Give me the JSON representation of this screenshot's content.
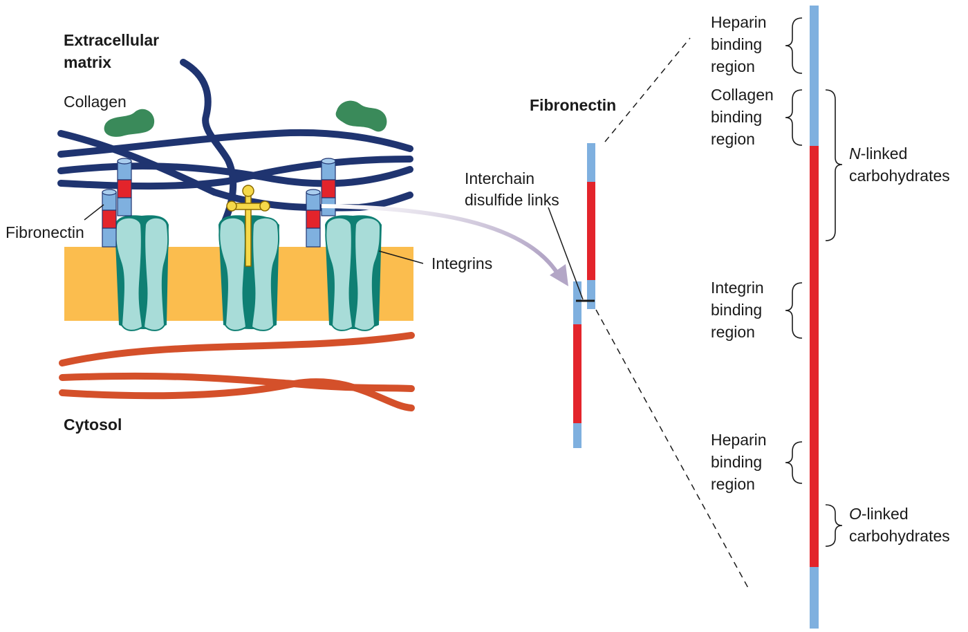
{
  "labels": {
    "extracellular_line1": "Extracellular",
    "extracellular_line2": "matrix",
    "collagen": "Collagen",
    "fibronectin_left": "Fibronectin",
    "integrins": "Integrins",
    "cytosol": "Cytosol",
    "fibronectin_title": "Fibronectin",
    "interchain_line1": "Interchain",
    "interchain_line2": "disulfide links"
  },
  "regions": {
    "heparin_top": [
      "Heparin",
      "binding",
      "region"
    ],
    "collagen_binding": [
      "Collagen",
      "binding",
      "region"
    ],
    "integrin_binding": [
      "Integrin",
      "binding",
      "region"
    ],
    "heparin_bottom": [
      "Heparin",
      "binding",
      "region"
    ]
  },
  "carbohydrates": {
    "n_prefix": "N",
    "n_suffix": "-linked",
    "n_line2": "carbohydrates",
    "o_prefix": "O",
    "o_suffix": "-linked",
    "o_line2": "carbohydrates"
  },
  "colors": {
    "collagen_fiber": "#1f3470",
    "collagen_blob": "#3a8a5a",
    "membrane": "#fbbd4e",
    "integrin_fill": "#a8dcd8",
    "integrin_dark": "#0f7f73",
    "fibronectin_blue": "#7fb0df",
    "fibronectin_red": "#e3242b",
    "cytoskeleton": "#d4502a",
    "cross": "#f6d94a",
    "arrow": "#b3a6c6"
  }
}
